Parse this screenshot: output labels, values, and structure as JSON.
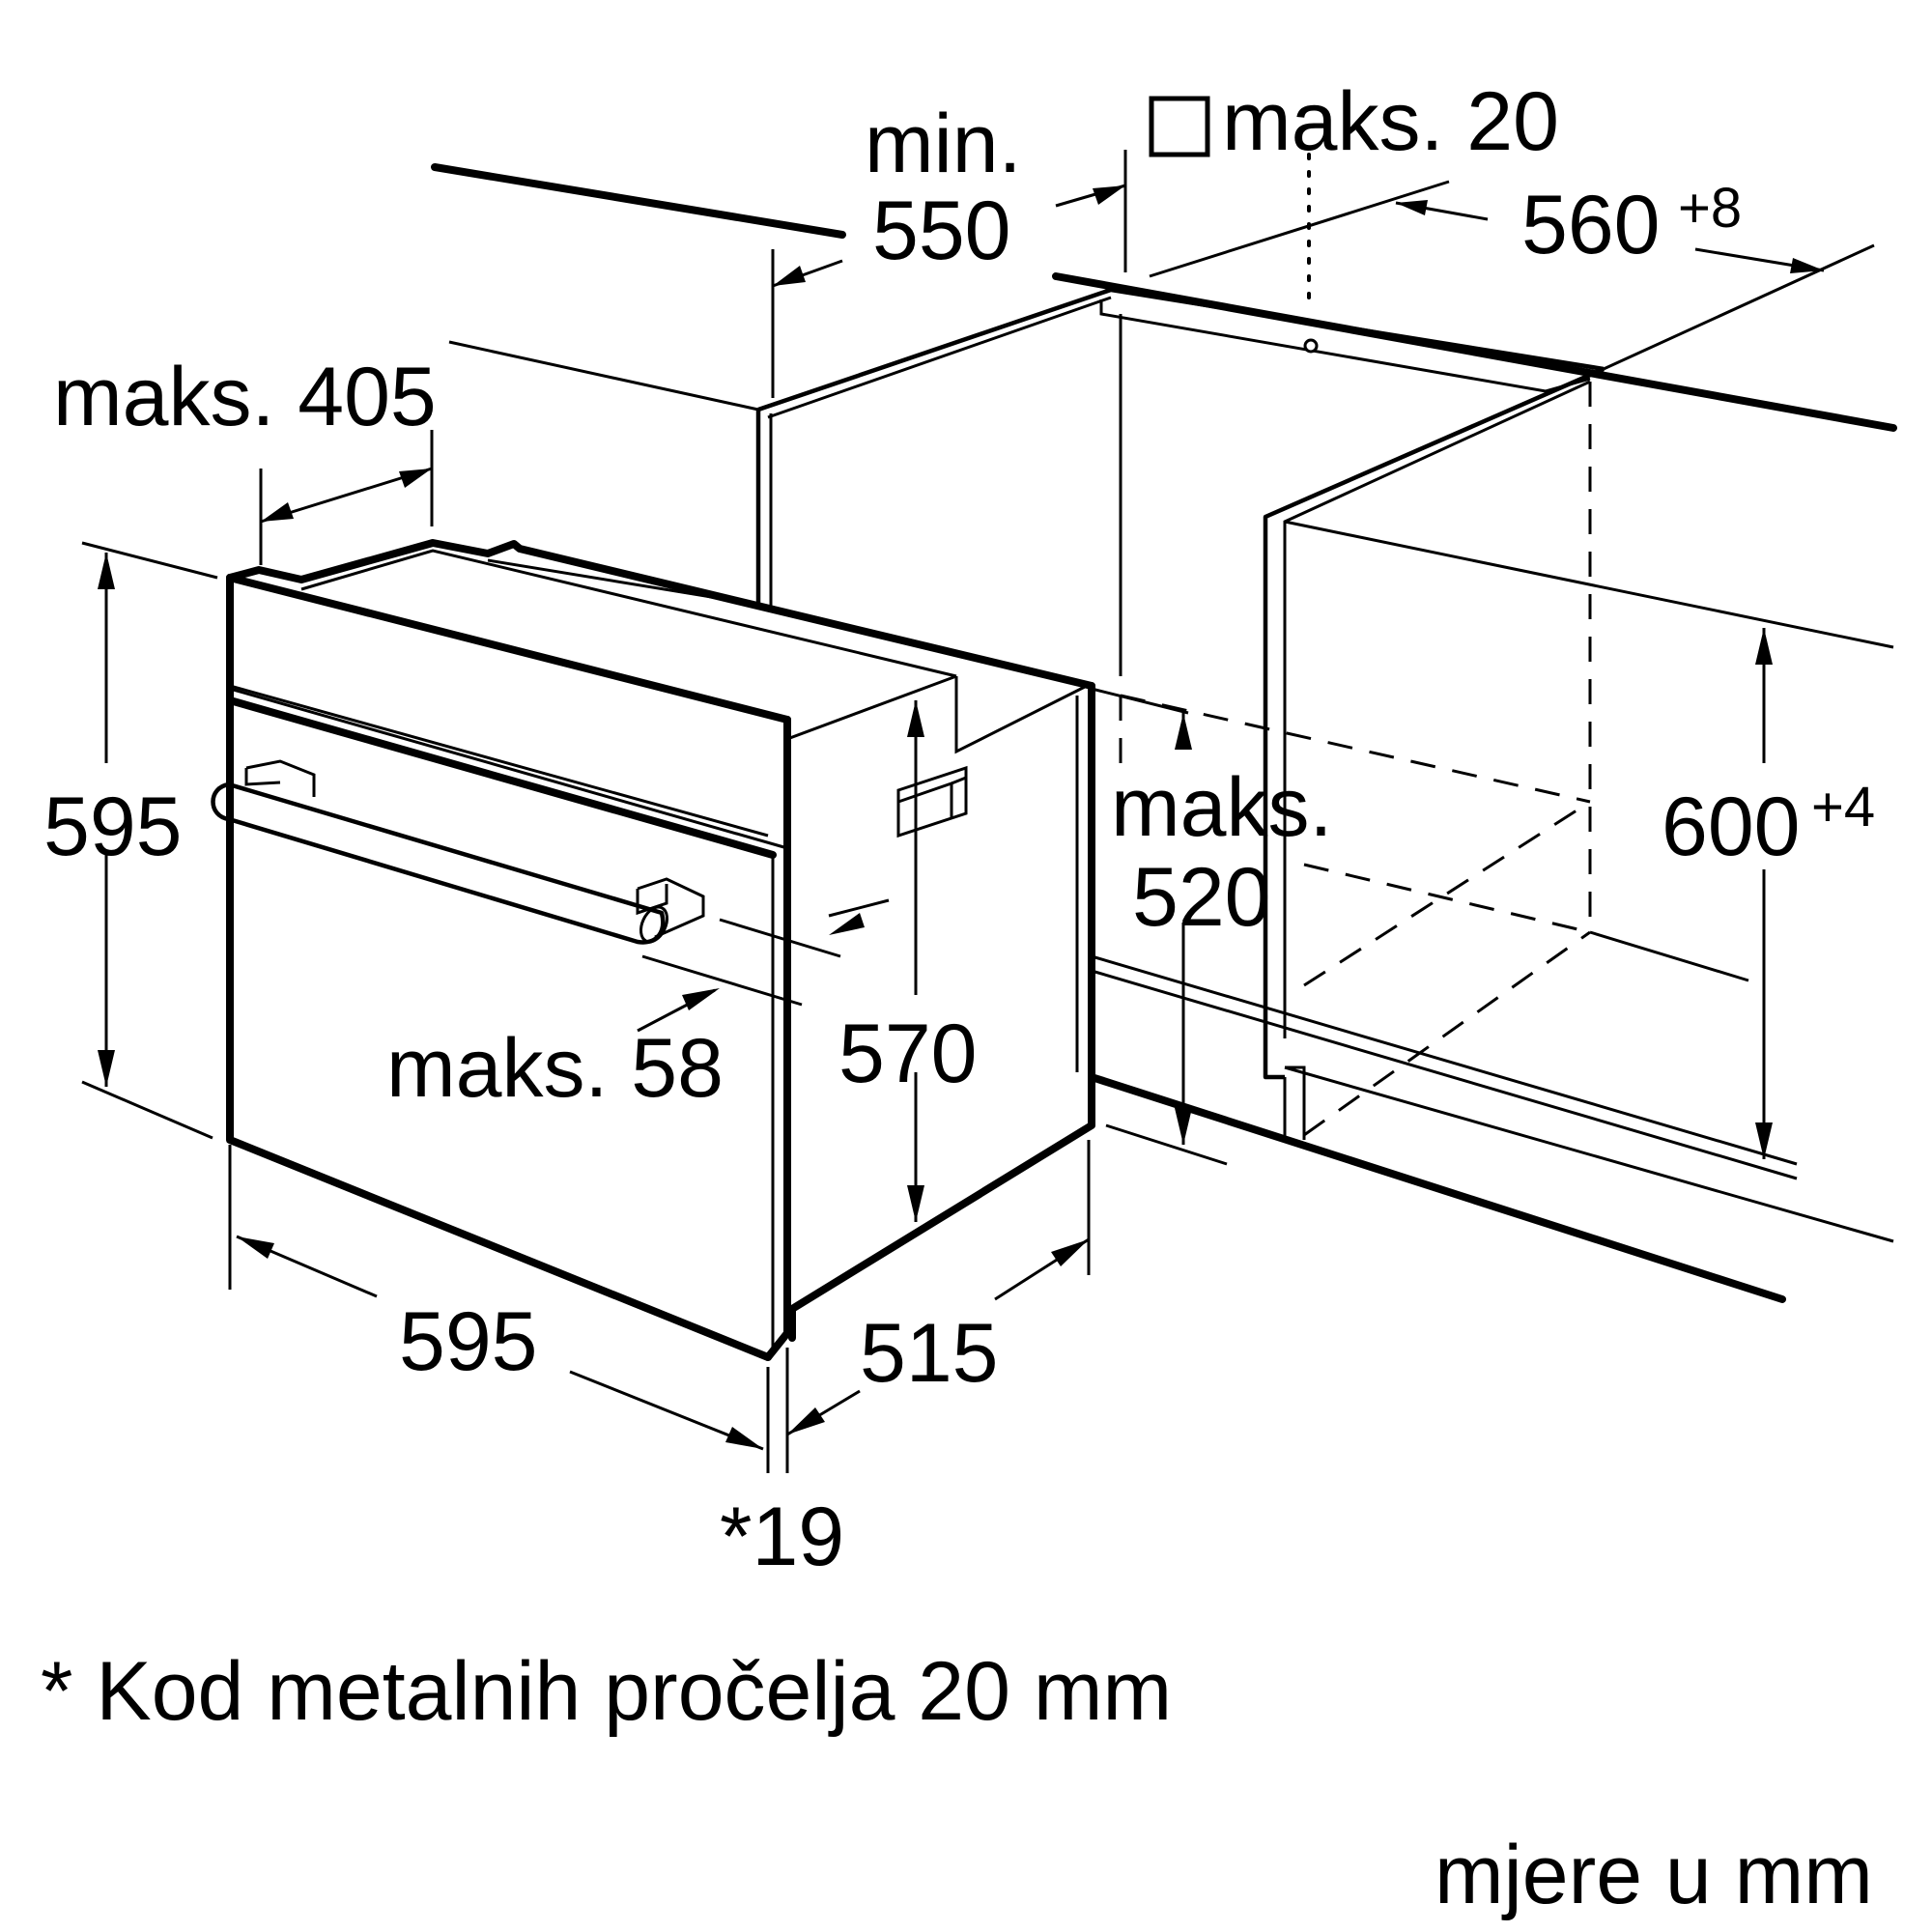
{
  "labels": {
    "min_label": "min.",
    "min_value": "550",
    "square_max": "maks. 20",
    "cutout_width": "560",
    "cutout_width_tol": "+8",
    "max_405": "maks. 405",
    "height_595": "595",
    "max_label": "maks.",
    "max_520": "520",
    "cutout_height": "600",
    "cutout_height_tol": "+4",
    "max_58": "maks. 58",
    "height_570": "570",
    "width_595": "595",
    "depth_515": "515",
    "front_19": "*19"
  },
  "footnote": "* Kod metalnih pročelja 20 mm",
  "units_note": "mjere u mm"
}
